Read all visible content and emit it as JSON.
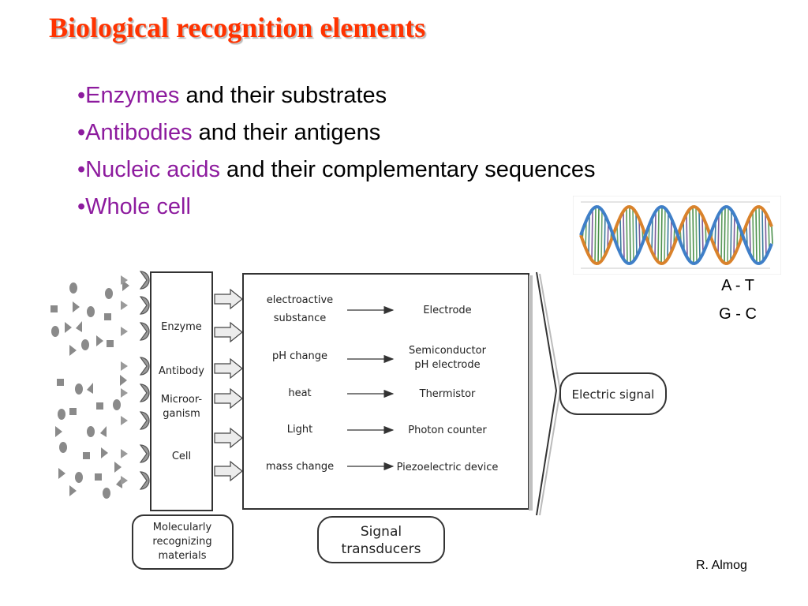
{
  "title": "Biological recognition elements",
  "bullets": [
    {
      "marker": "•",
      "highlight": "Enzymes",
      "rest": " and their substrates"
    },
    {
      "marker": "•",
      "highlight": "Antibodies",
      "rest": " and their antigens"
    },
    {
      "marker": "•",
      "highlight": "Nucleic acids",
      "rest": " and their complementary sequences"
    },
    {
      "marker": "•",
      "highlight": "Whole cell",
      "rest": ""
    }
  ],
  "base_pairs": [
    "A - T",
    "G - C"
  ],
  "credit": "R. Almog",
  "diagram": {
    "recognition_elements": [
      "Enzyme",
      "Antibody",
      "Microor-",
      "ganism",
      "Cell"
    ],
    "transductions": [
      {
        "input": [
          "electroactive",
          "substance"
        ],
        "device": [
          "Electrode"
        ]
      },
      {
        "input": [
          "pH change"
        ],
        "device": [
          "Semiconductor",
          "pH electrode"
        ]
      },
      {
        "input": [
          "heat"
        ],
        "device": [
          "Thermistor"
        ]
      },
      {
        "input": [
          "Light"
        ],
        "device": [
          "Photon counter"
        ]
      },
      {
        "input": [
          "mass change"
        ],
        "device": [
          "Piezoelectric device"
        ]
      }
    ],
    "output": "Electric signal",
    "caption_left": [
      "Molecularly",
      "recognizing",
      "materials"
    ],
    "caption_mid": [
      "Signal",
      "transducers"
    ]
  },
  "colors": {
    "title": "#ff3300",
    "highlight": "#8d1b9e"
  }
}
